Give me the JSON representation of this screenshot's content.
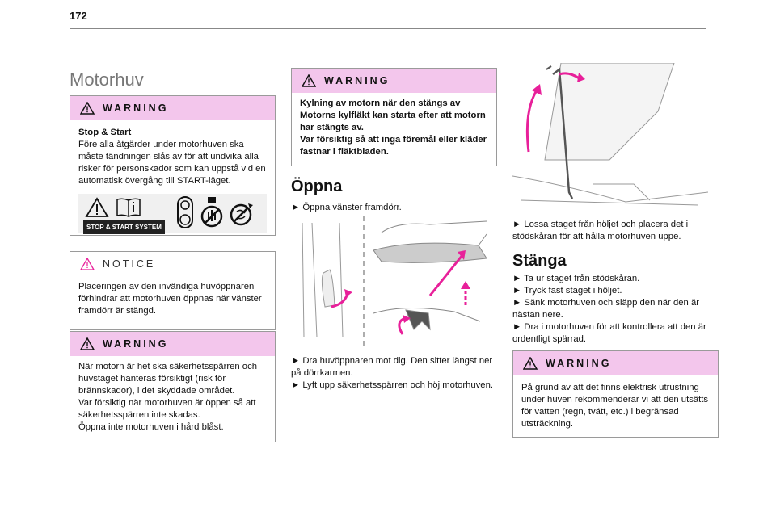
{
  "page": {
    "number": "172"
  },
  "col1": {
    "title": "Motorhuv",
    "warning1": {
      "label": "WARNING",
      "heading": "Stop & Start",
      "text": "Före alla åtgärder under motorhuven ska måste tändningen slås av för att undvika alla risker för personskador som kan uppstå vid en automatisk övergång till START-läget.",
      "badge": "STOP & START SYSTEM"
    },
    "notice": {
      "label": "NOTICE",
      "text": "Placeringen av den invändiga huvöppnaren förhindrar att motorhuven öppnas när vänster framdörr är stängd."
    },
    "warning2": {
      "label": "WARNING",
      "lines": [
        "När motorn är het ska säkerhetsspärren och huvstaget hanteras försiktigt (risk för brännskador), i det skyddade området.",
        "Var försiktig när motorhuven är öppen så att säkerhetsspärren inte skadas.",
        "Öppna inte motorhuven i hård blåst."
      ]
    }
  },
  "col2": {
    "warning": {
      "label": "WARNING",
      "text1": "Kylning av motorn när den stängs av Motorns kylfläkt kan starta efter att motorn har stängts av.",
      "text2": "Var försiktig så att inga föremål eller kläder fastnar i fläktbladen."
    },
    "title": "Öppna",
    "step1": "► Öppna vänster framdörr.",
    "step2": "► Dra huvöppnaren mot dig. Den sitter längst ner på dörrkarmen.",
    "step3": "► Lyft upp säkerhetsspärren och höj motorhuven."
  },
  "col3": {
    "step1": "► Lossa staget från höljet och placera det i stödskåran för att hålla motorhuven uppe.",
    "title": "Stänga",
    "steps": [
      "► Ta ur staget från stödskåran.",
      "► Tryck fast staget i höljet.",
      "► Sänk motorhuven och släpp den när den är nästan nere.",
      "► Dra i motorhuven för att kontrollera att den är ordentligt spärrad."
    ],
    "warning": {
      "label": "WARNING",
      "text": "På grund av att det finns elektrisk utrustning under huven rekommenderar vi att den utsätts för vatten (regn, tvätt, etc.) i begränsad utsträckning."
    }
  },
  "colors": {
    "warning_header": "#f3c6ec",
    "accent_arrow": "#e8209a"
  }
}
